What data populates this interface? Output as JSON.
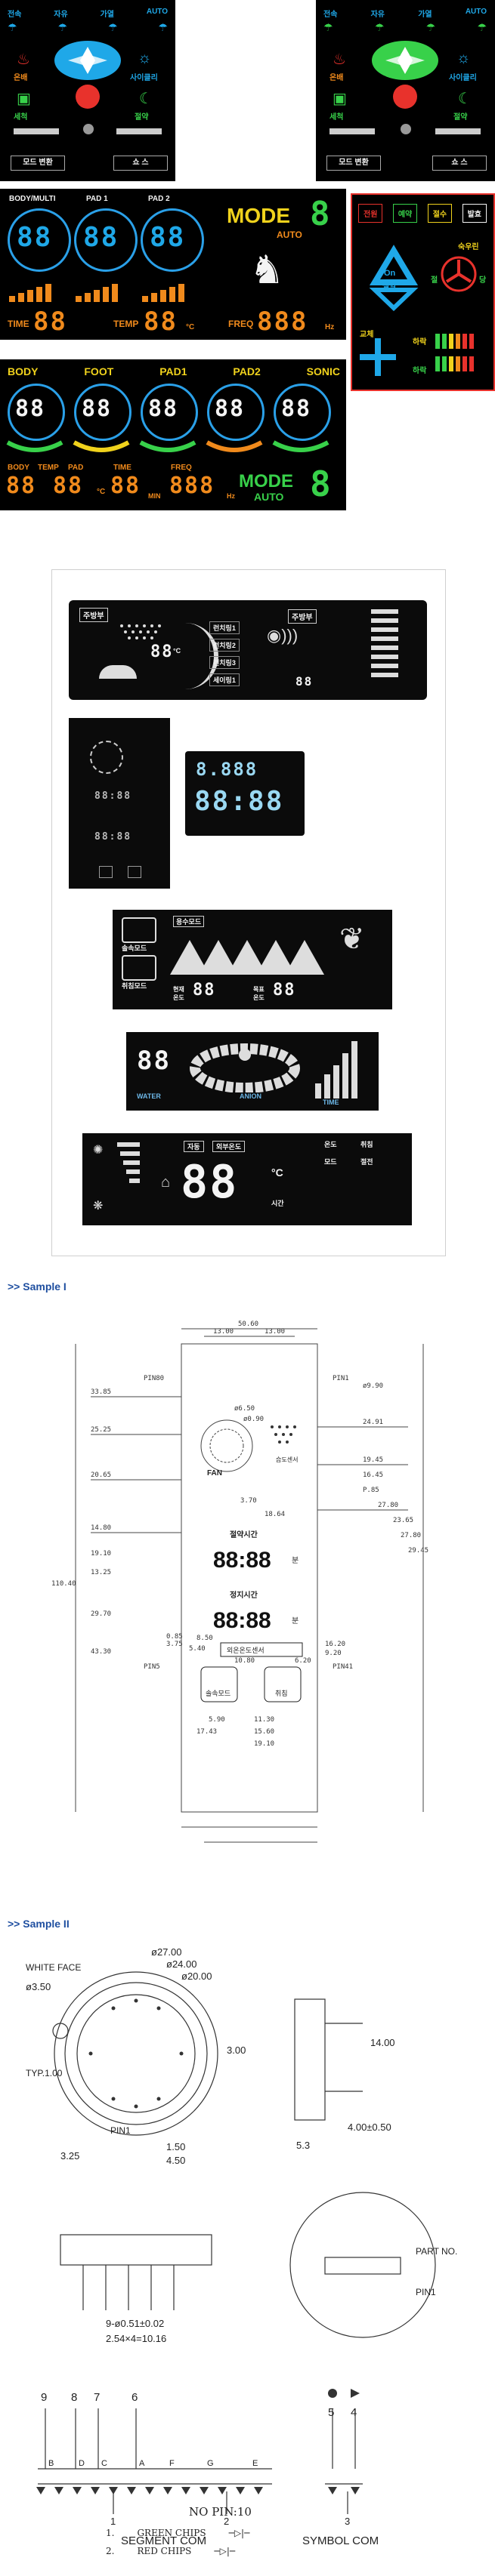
{
  "top_left_panel": {
    "modes": [
      "전속",
      "자유",
      "가열",
      "AUTO"
    ],
    "mid_labels": [
      "온배",
      "",
      "사이클리"
    ],
    "low_labels": [
      "세척",
      "",
      "절약"
    ],
    "buttons": [
      "모드 변환",
      "쇼 스"
    ]
  },
  "top_right_panel": {
    "modes": [
      "전속",
      "자유",
      "가열",
      "AUTO"
    ],
    "mid_labels": [
      "온배",
      "",
      "사이클리"
    ],
    "low_labels": [
      "세척",
      "",
      "절약"
    ],
    "buttons": [
      "모드 변환",
      "쇼 스"
    ]
  },
  "massage_panel_1": {
    "labels": [
      "BODY/MULTI",
      "PAD 1",
      "PAD 2"
    ],
    "digits": [
      "88",
      "88",
      "88"
    ],
    "mode_label": "MODE",
    "mode_digit": "8",
    "auto_label": "AUTO",
    "time_label": "TIME",
    "time_value": "88",
    "temp_label": "TEMP",
    "temp_value": "88",
    "temp_unit": "°C",
    "freq_label": "FREQ",
    "freq_value": "888",
    "freq_unit": "Hz"
  },
  "red_panel": {
    "buttons": [
      "전원",
      "예약",
      "절수",
      "발효"
    ],
    "center_text": "On",
    "center_sub": "절약",
    "right_labels": [
      "숙우린",
      "절",
      "당"
    ],
    "bar_labels": [
      "교체",
      "하락",
      "하락"
    ]
  },
  "massage_panel_2": {
    "labels": [
      "BODY",
      "FOOT",
      "PAD1",
      "PAD2",
      "SONIC"
    ],
    "digits": [
      "88",
      "88",
      "88",
      "88",
      "88"
    ],
    "small_labels": [
      "BODY",
      "TEMP",
      "PAD"
    ],
    "temp1": "88",
    "temp2": "88",
    "temp_unit": "°C",
    "time_label": "TIME",
    "time_value": "88",
    "time_unit": "MIN",
    "freq_label": "FREQ",
    "freq_value": "888",
    "freq_unit": "Hz",
    "mode_label": "MODE",
    "auto_label": "AUTO",
    "mode_digit": "8"
  },
  "gallery": {
    "g1": {
      "tag": "주방부",
      "digits": "88",
      "unit": "°C",
      "buttons": [
        "런치링1",
        "런치링2",
        "런치링3",
        "세이링1"
      ],
      "tag2": "주방부",
      "small_digits": "88"
    },
    "g2": {
      "digits1": "88:88",
      "digits2": "88:88"
    },
    "g3": {
      "row1": "8.888",
      "row2": "88:88"
    },
    "g4": {
      "tag": "용수모드",
      "label1": "솔속모드",
      "label2": "취침모드",
      "digits1": "88",
      "digits2": "88",
      "sub1": "현재 온도",
      "sub2": "목표 온도"
    },
    "g5": {
      "digits": "88",
      "left_label": "WATER",
      "mid_label": "ANION",
      "right_label": "TIME"
    },
    "g6": {
      "digits": "88",
      "unit": "°C",
      "sub": "시간",
      "tag1": "자동",
      "tag2": "외부온도",
      "right_labels": [
        "온도",
        "취침",
        "모드",
        "절전"
      ]
    }
  },
  "sample1": {
    "title": ">> Sample I",
    "dims": {
      "top_total": "50.60",
      "top_left": "13.00",
      "top_right": "13.00",
      "left_dims": [
        "33.85",
        "25.25",
        "20.65",
        "14.80",
        "19.10",
        "13.25",
        "29.70",
        "43.30"
      ],
      "right_dims": [
        "24.91",
        "19.45",
        "16.45",
        "P.85",
        "27.80",
        "23.65",
        "27.80",
        "29.45"
      ],
      "side_total": "110.40",
      "circle_dims": [
        "ø9.90",
        "ø6.50",
        "ø0.90"
      ],
      "mid_dims": [
        "3.70",
        "18.64"
      ],
      "bottom_dims": [
        "5.90",
        "11.30",
        "15.60",
        "17.43",
        "19.10"
      ],
      "small_dims": [
        "8.50",
        "5.40",
        "10.80",
        "6.20",
        "0.85",
        "3.75",
        "16.20",
        "9.20"
      ],
      "labels": [
        "FAN",
        "습도센서",
        "절약시간",
        "정지시간",
        "외온온도센서",
        "솔속모드",
        "취침"
      ],
      "pin_labels": [
        "PIN80",
        "PIN1",
        "PIN5",
        "PIN41"
      ],
      "digits1": "88:88",
      "digits2": "88:88",
      "unit": "분"
    }
  },
  "sample2": {
    "title": ">> Sample II",
    "top_labels": [
      "WHITE FACE",
      "ø27.00",
      "ø24.00",
      "ø20.00"
    ],
    "left_dims": [
      "ø3.50",
      "TYP.1.00"
    ],
    "bottom_dims": [
      "3.25",
      "1.50",
      "4.50",
      "3.00"
    ],
    "pin_label": "PIN1",
    "side_dims": [
      "14.00",
      "4.00±0.50",
      "5.3"
    ],
    "lower_dims": [
      "9-ø0.51±0.02",
      "2.54×4=10.16"
    ],
    "part_labels": [
      "PART NO.",
      "PIN1"
    ],
    "pin_numbers_left": [
      "9",
      "8",
      "7",
      "6"
    ],
    "pin_numbers_right": [
      "5",
      "4"
    ],
    "seg_letters": [
      "B",
      "D",
      "C",
      "A",
      "F",
      "G",
      "E"
    ],
    "seg_com": "SEGMENT COM",
    "sym_com": "SYMBOL COM",
    "com_numbers": [
      "1",
      "2",
      "3"
    ],
    "no_pin": "NO PIN:10",
    "legend": [
      {
        "num": "1.",
        "text": "GREEN CHIPS"
      },
      {
        "num": "2.",
        "text": "RED CHIPS"
      }
    ]
  }
}
